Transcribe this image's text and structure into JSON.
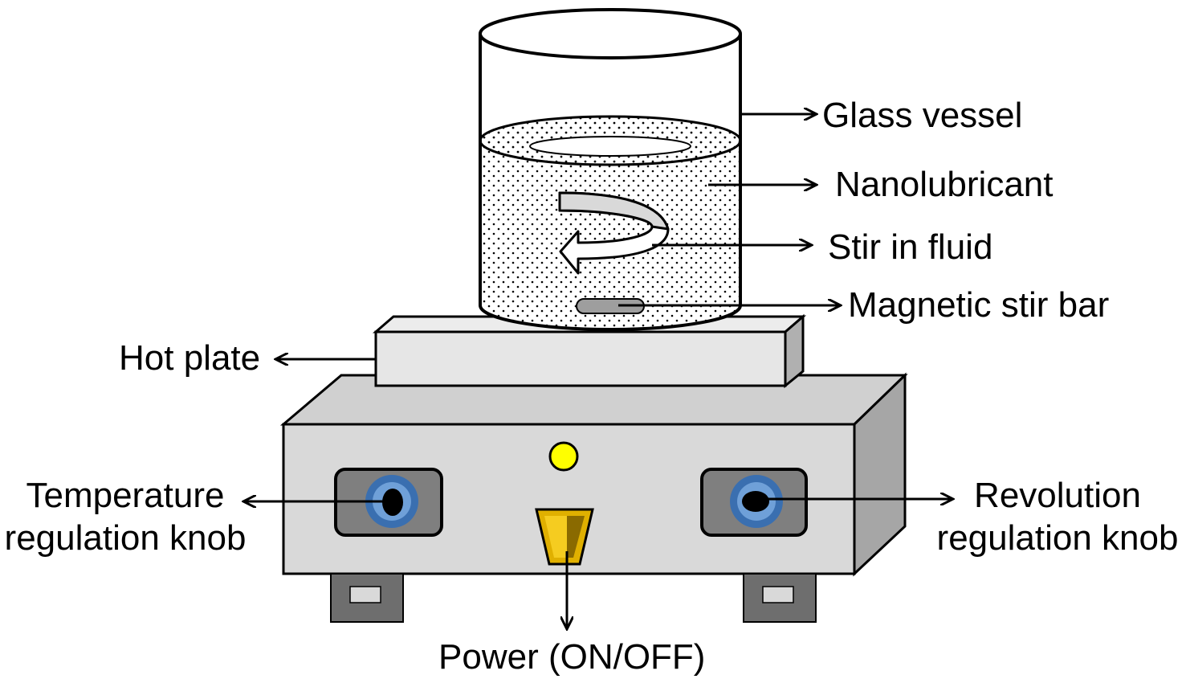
{
  "labels": {
    "glass_vessel": "Glass vessel",
    "nanolubricant": "Nanolubricant",
    "stir_in_fluid": "Stir in fluid",
    "magnetic_stir_bar": "Magnetic stir bar",
    "hot_plate": "Hot plate",
    "temperature_knob_line1": "Temperature",
    "temperature_knob_line2": "regulation knob",
    "revolution_knob_line1": "Revolution",
    "revolution_knob_line2": "regulation knob",
    "power": "Power (ON/OFF)"
  },
  "colors": {
    "outline": "#000000",
    "body_front": "#d9d9d9",
    "body_top": "#d0d0d0",
    "body_side": "#a6a6a6",
    "plate": "#e6e6e6",
    "plate_side": "#b0b0b0",
    "knob_housing": "#7f7f7f",
    "knob_ring": "#3a6fb0",
    "knob_ring_light": "#6fa0d8",
    "indicator_light": "#ffff00",
    "power_switch": "#e0b000",
    "power_switch_dark": "#8a6a00",
    "leg": "#6e6e6e",
    "leg_pad": "#d9d9d9",
    "stir_bar": "#9e9e9e",
    "swirl": "#d9d9d9"
  }
}
